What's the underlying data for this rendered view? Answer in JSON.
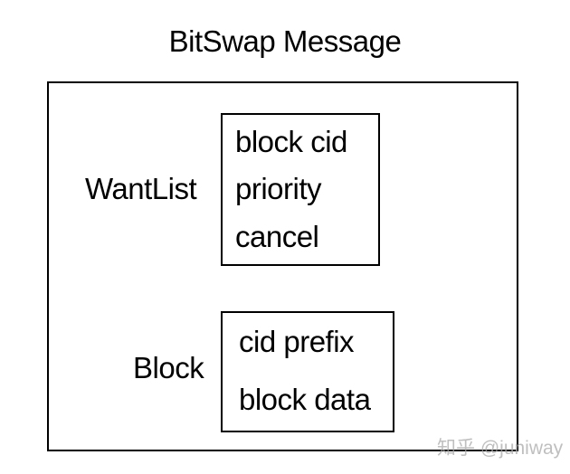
{
  "diagram": {
    "title": "BitSwap Message",
    "sections": [
      {
        "label": "WantList",
        "fields": [
          "block cid",
          "priority",
          "cancel"
        ]
      },
      {
        "label": "Block",
        "fields": [
          "cid prefix",
          "block data"
        ]
      }
    ]
  },
  "watermark": "知乎 @juniway"
}
